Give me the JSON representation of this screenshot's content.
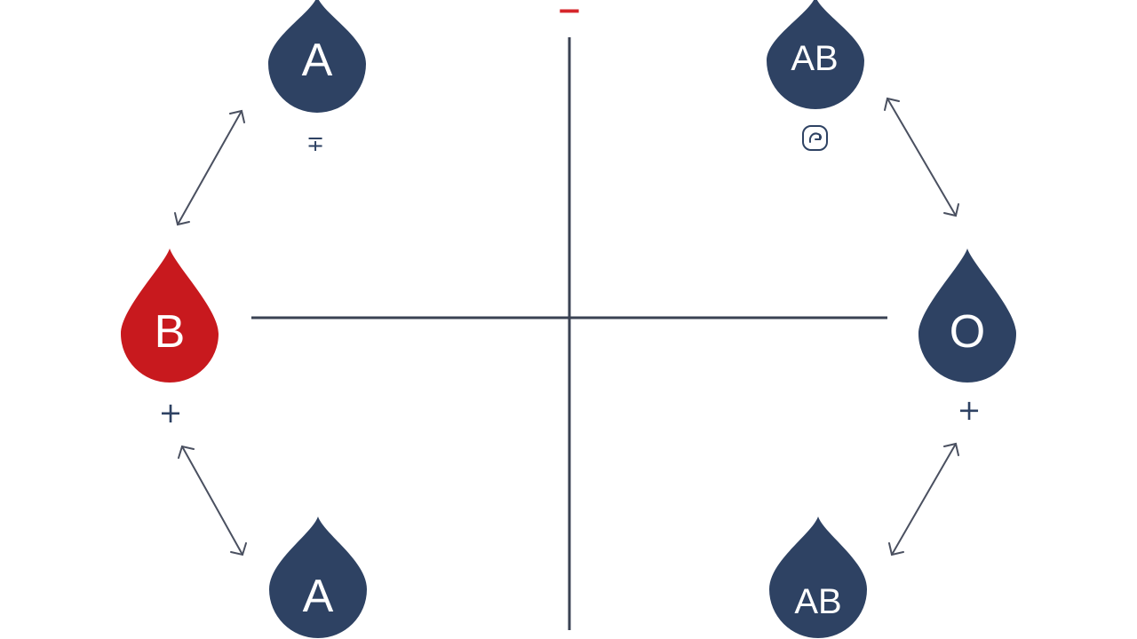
{
  "colors": {
    "background": "#ffffff",
    "navy": "#2e4263",
    "red": "#c8191e",
    "axis": "#3a4253",
    "arrow": "#4a5060",
    "minus_mark": "#d6262b"
  },
  "top_mark": "−",
  "drops": [
    {
      "id": "top-left",
      "label": "A",
      "color": "navy",
      "sign": "∓"
    },
    {
      "id": "top-right",
      "label": "AB",
      "color": "navy",
      "sign": "",
      "sign_icon": "circular-arrow-icon"
    },
    {
      "id": "middle-left",
      "label": "B",
      "color": "red",
      "sign": "+"
    },
    {
      "id": "middle-right",
      "label": "O",
      "color": "navy",
      "sign": "+"
    },
    {
      "id": "bottom-left",
      "label": "A",
      "color": "navy",
      "sign": ""
    },
    {
      "id": "bottom-right",
      "label": "AB",
      "color": "navy",
      "sign": ""
    }
  ],
  "connections": [
    {
      "from": "top-left",
      "to": "middle-left",
      "type": "double-arrow"
    },
    {
      "from": "middle-left",
      "to": "bottom-left",
      "type": "double-arrow"
    },
    {
      "from": "top-right",
      "to": "middle-right",
      "type": "double-arrow"
    },
    {
      "from": "middle-right",
      "to": "bottom-right",
      "type": "double-arrow"
    }
  ]
}
